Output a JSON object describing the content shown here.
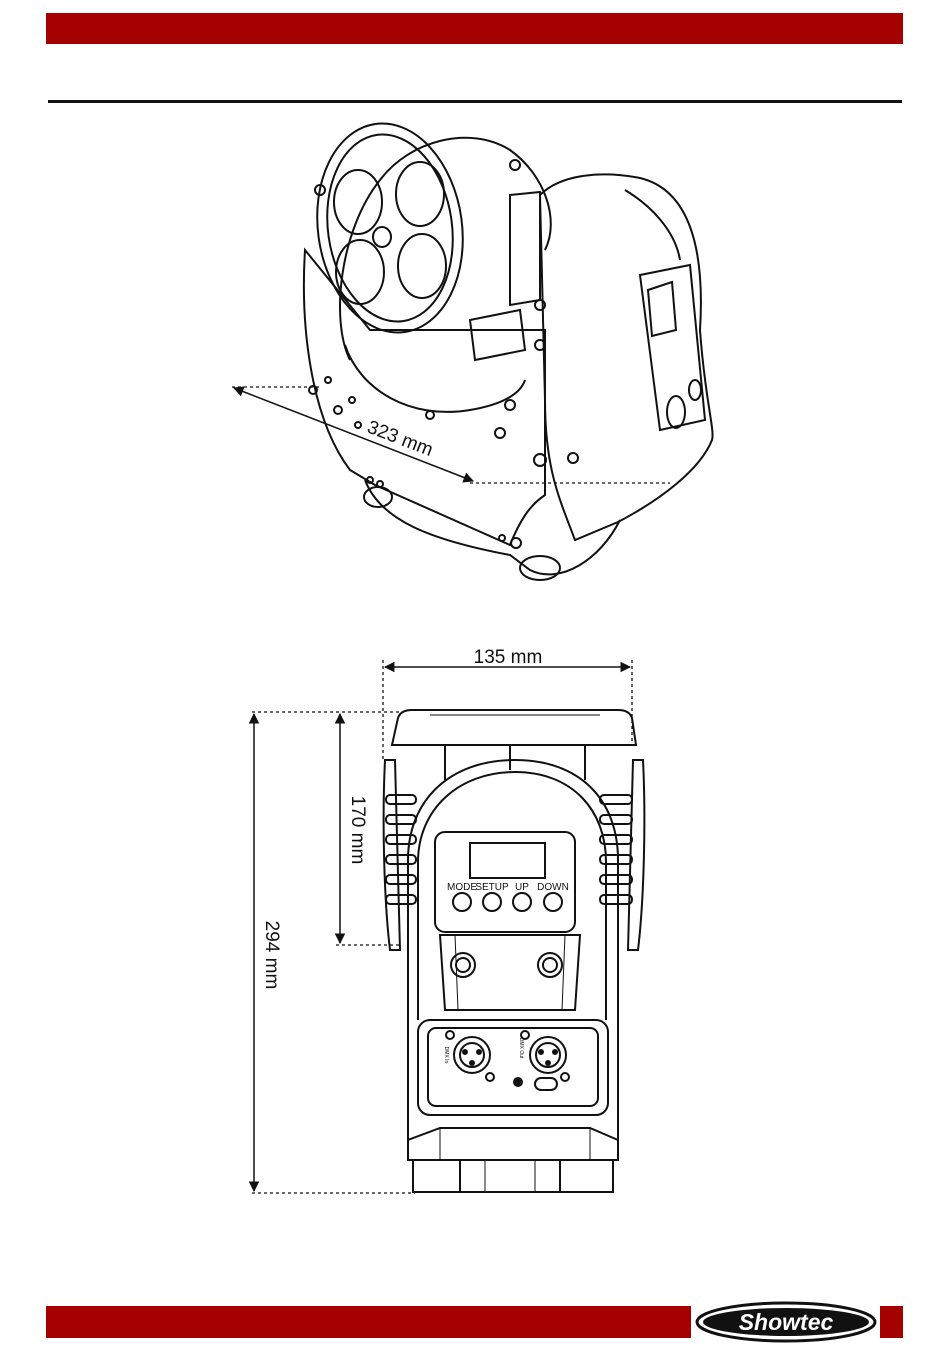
{
  "dimensions": {
    "depth": "323 mm",
    "width": "135 mm",
    "head_height": "170 mm",
    "total_height": "294 mm"
  },
  "control_panel": {
    "buttons": [
      {
        "label": "MODE"
      },
      {
        "label": "SETUP"
      },
      {
        "label": "UP"
      },
      {
        "label": "DOWN"
      }
    ]
  },
  "connectors": {
    "dmx_in": "DMX In",
    "dmx_out": "DMX Out"
  },
  "brand": {
    "logo_text": "Showtec",
    "primary_color": "#a50000"
  }
}
